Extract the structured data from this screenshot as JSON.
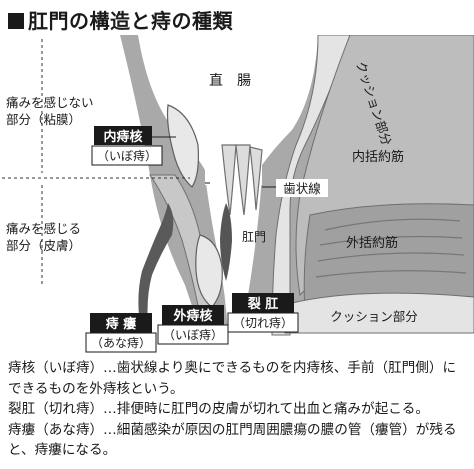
{
  "title": "肛門の構造と痔の種類",
  "labels": {
    "rectum": "直　腸",
    "cushion_upper": "クッション部分",
    "cushion_lower": "クッション部分",
    "internal_sphincter": "内括約筋",
    "external_sphincter": "外括約筋",
    "dentate_line": "歯状線",
    "anus": "肛門",
    "no_pain_part_line1": "痛みを感じない",
    "no_pain_part_line2": "部分（粘膜）",
    "pain_part_line1": "痛みを感じる",
    "pain_part_line2": "部分（皮膚）",
    "internal_hemorrhoid_name": "内痔核",
    "internal_hemorrhoid_alias": "（いぼ痔）",
    "anal_fistula_name": "痔 瘻",
    "anal_fistula_alias": "（あな痔）",
    "external_hemorrhoid_name": "外痔核",
    "external_hemorrhoid_alias": "（いぼ痔）",
    "anal_fissure_name": "裂 肛",
    "anal_fissure_alias": "（切れ痔）"
  },
  "notes": [
    "痔核（いぼ痔）…歯状線より奥にできるものを内痔核、手前（肛門側）にできるものを外痔核という。",
    "裂肛（切れ痔）…排便時に肛門の皮膚が切れて出血と痛みが起こる。",
    "痔瘻（あな痔）…細菌感染が原因の肛門周囲膿瘍の膿の管（瘻管）が残ると、痔瘻になる。"
  ],
  "colors": {
    "tissue_gray": "#a9a9a9",
    "cavity_white": "#ffffff",
    "cushion_light": "#e4e4e4",
    "muscle_dark": "#7d7d7d",
    "fistula_dark": "#5a5a5a",
    "label_box": "#1a1a1a"
  }
}
